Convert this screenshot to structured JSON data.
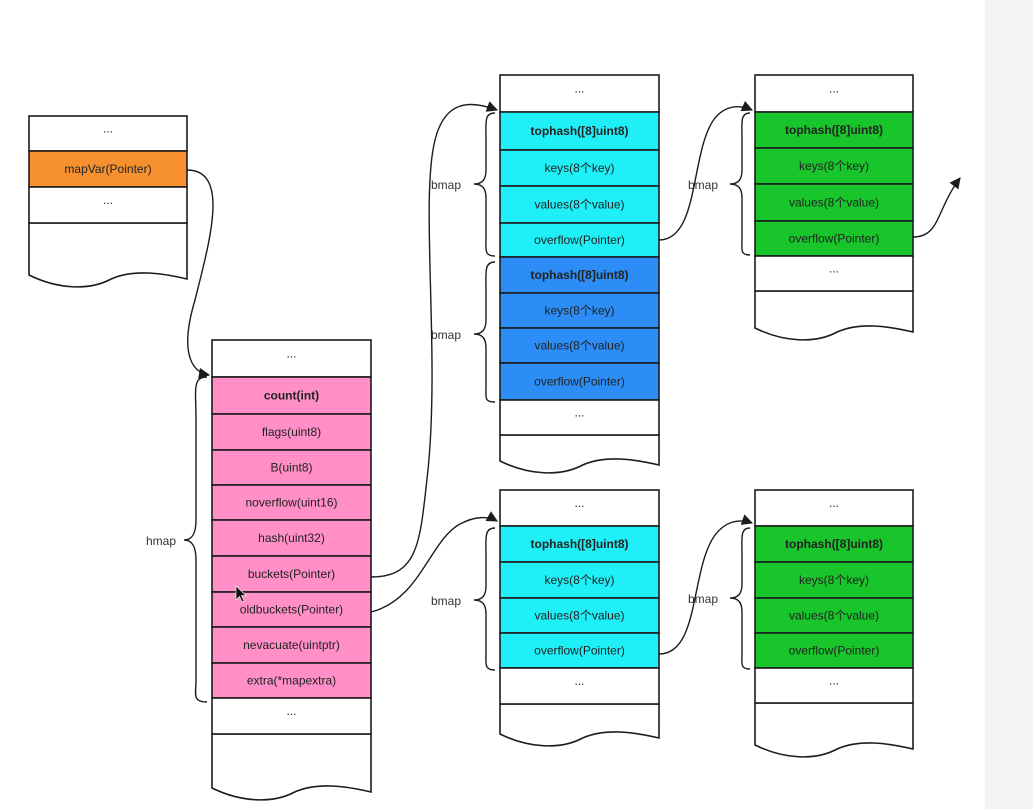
{
  "colors": {
    "orange": "#f7902f",
    "pink": "#ff8fc6",
    "cyan": "#1ff0f7",
    "blue": "#2b8df5",
    "green": "#18c52a",
    "white": "#ffffff",
    "stroke": "#1c1c1c"
  },
  "stack": {
    "cells": [
      {
        "text": "...",
        "fill": "white"
      },
      {
        "text": "mapVar(Pointer)",
        "fill": "orange"
      },
      {
        "text": "...",
        "fill": "white"
      }
    ]
  },
  "hmap": {
    "label": "hmap",
    "cells": [
      {
        "text": "...",
        "fill": "white"
      },
      {
        "text": "count(int)",
        "fill": "pink",
        "bold": true
      },
      {
        "text": "flags(uint8)",
        "fill": "pink"
      },
      {
        "text": "B(uint8)",
        "fill": "pink"
      },
      {
        "text": "noverflow(uint16)",
        "fill": "pink"
      },
      {
        "text": "hash(uint32)",
        "fill": "pink"
      },
      {
        "text": "buckets(Pointer)",
        "fill": "pink"
      },
      {
        "text": "oldbuckets(Pointer)",
        "fill": "pink"
      },
      {
        "text": "nevacuate(uintptr)",
        "fill": "pink"
      },
      {
        "text": "extra(*mapextra)",
        "fill": "pink"
      },
      {
        "text": "...",
        "fill": "white"
      }
    ]
  },
  "buckets_top": {
    "labels": [
      "bmap",
      "bmap"
    ],
    "cells": [
      {
        "text": "...",
        "fill": "white"
      },
      {
        "text": "tophash([8]uint8)",
        "fill": "cyan",
        "bold": true
      },
      {
        "text": "keys(8个key)",
        "fill": "cyan"
      },
      {
        "text": "values(8个value)",
        "fill": "cyan"
      },
      {
        "text": "overflow(Pointer)",
        "fill": "cyan"
      },
      {
        "text": "tophash([8]uint8)",
        "fill": "blue",
        "bold": true
      },
      {
        "text": "keys(8个key)",
        "fill": "blue"
      },
      {
        "text": "values(8个value)",
        "fill": "blue"
      },
      {
        "text": "overflow(Pointer)",
        "fill": "blue"
      },
      {
        "text": "...",
        "fill": "white"
      }
    ]
  },
  "overflow_top": {
    "label": "bmap",
    "cells": [
      {
        "text": "...",
        "fill": "white"
      },
      {
        "text": "tophash([8]uint8)",
        "fill": "green",
        "bold": true
      },
      {
        "text": "keys(8个key)",
        "fill": "green"
      },
      {
        "text": "values(8个value)",
        "fill": "green"
      },
      {
        "text": "overflow(Pointer)",
        "fill": "green"
      },
      {
        "text": "...",
        "fill": "white"
      }
    ]
  },
  "oldbuckets": {
    "label": "bmap",
    "cells": [
      {
        "text": "...",
        "fill": "white"
      },
      {
        "text": "tophash([8]uint8)",
        "fill": "cyan",
        "bold": true
      },
      {
        "text": "keys(8个key)",
        "fill": "cyan"
      },
      {
        "text": "values(8个value)",
        "fill": "cyan"
      },
      {
        "text": "overflow(Pointer)",
        "fill": "cyan"
      },
      {
        "text": "...",
        "fill": "white"
      }
    ]
  },
  "overflow_bottom": {
    "label": "bmap",
    "cells": [
      {
        "text": "...",
        "fill": "white"
      },
      {
        "text": "tophash([8]uint8)",
        "fill": "green",
        "bold": true
      },
      {
        "text": "keys(8个key)",
        "fill": "green"
      },
      {
        "text": "values(8个value)",
        "fill": "green"
      },
      {
        "text": "overflow(Pointer)",
        "fill": "green"
      },
      {
        "text": "...",
        "fill": "white"
      }
    ]
  }
}
